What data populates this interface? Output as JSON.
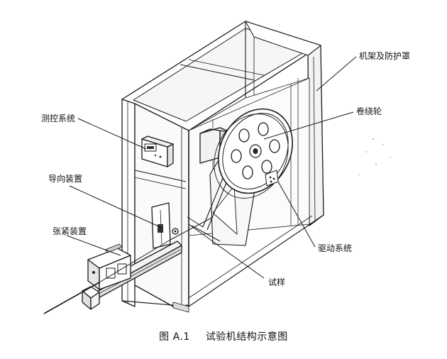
{
  "labels": {
    "frame_cover": "机架及防护罩",
    "winding_wheel": "卷绕轮",
    "control_system": "测控系统",
    "guide_device": "导向装置",
    "tensioning_device": "张紧装置",
    "drive_system": "驱动系统",
    "specimen": "试样"
  },
  "caption": {
    "figure_number": "图 A.1",
    "title": "试验机结构示意图"
  }
}
